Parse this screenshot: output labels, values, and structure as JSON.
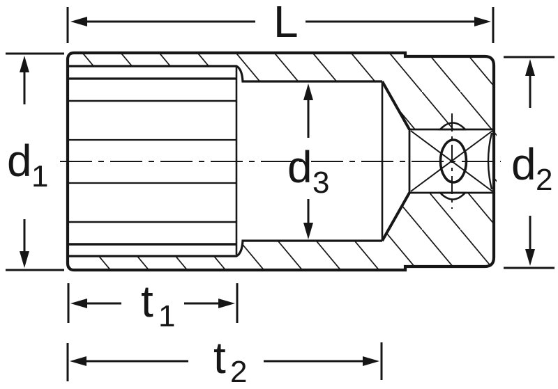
{
  "diagram": {
    "background_color": "#ffffff",
    "line_color": "#161616",
    "labels": {
      "L": {
        "main": "L",
        "sub": ""
      },
      "d1": {
        "main": "d",
        "sub": "1"
      },
      "d2": {
        "main": "d",
        "sub": "2"
      },
      "d3": {
        "main": "d",
        "sub": "3"
      },
      "t1": {
        "main": "t",
        "sub": "1"
      },
      "t2": {
        "main": "t",
        "sub": "2"
      }
    }
  }
}
